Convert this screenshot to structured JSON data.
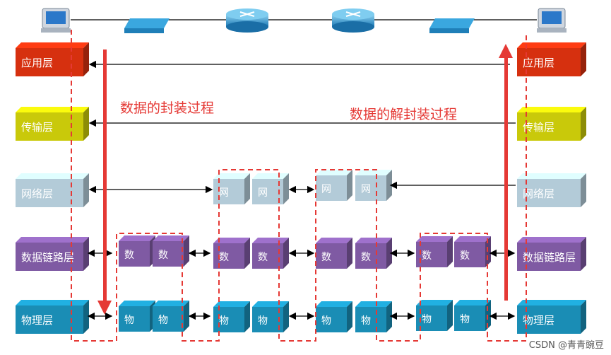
{
  "layers": {
    "application": "应用层",
    "transport": "传输层",
    "network": "网络层",
    "datalink": "数据链路层",
    "physical": "物理层"
  },
  "unit_labels": {
    "network": "网",
    "datalink": "数",
    "physical": "物"
  },
  "captions": {
    "encapsulation": "数据的封装过程",
    "decapsulation": "数据的解封装过程"
  },
  "watermark": "CSDN @青青豌豆",
  "colors": {
    "application": "#d6300f",
    "transport": "#c9c90a",
    "network": "#b3cbd8",
    "datalink": "#7f5aa3",
    "physical": "#1a8db5",
    "dashed_outline": "#e53935",
    "arrow_red": "#e53935",
    "link_line": "#000000"
  },
  "icons": {
    "end_host": "computer-icon",
    "switch": "switch-icon",
    "router": "router-icon"
  }
}
